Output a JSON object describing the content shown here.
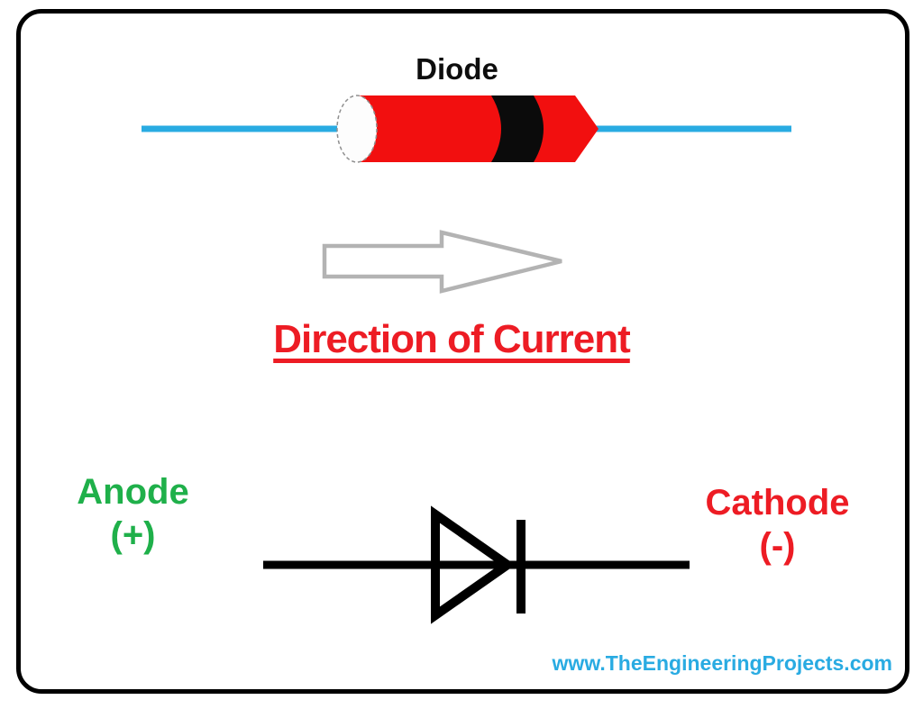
{
  "figure": {
    "title": "Diode",
    "direction_label": "Direction of Current",
    "anode": {
      "label": "Anode",
      "polarity": "(+)"
    },
    "cathode": {
      "label": "Cathode",
      "polarity": "(-)"
    },
    "footer": {
      "website": "www.TheEngineeringProjects.com"
    }
  },
  "icons": {
    "diode_component": "red-cylinder-diode-with-black-cathode-band-icon",
    "current_arrow": "right-arrow-icon",
    "diode_symbol": "diode-schematic-symbol-icon"
  },
  "colors": {
    "body_red": "#F20F0F",
    "band_black": "#0B0B0B",
    "lead_blue": "#29ABE2",
    "cap_white": "#FDFDFD",
    "cap_border_gray": "#8F8F8F",
    "arrow_gray": "#B3B3B3",
    "anode_green": "#1FB04A",
    "text_red": "#ED1C24",
    "title_black": "#0D0D0D",
    "website_blue": "#29ABE2",
    "frame_black": "#000000"
  }
}
